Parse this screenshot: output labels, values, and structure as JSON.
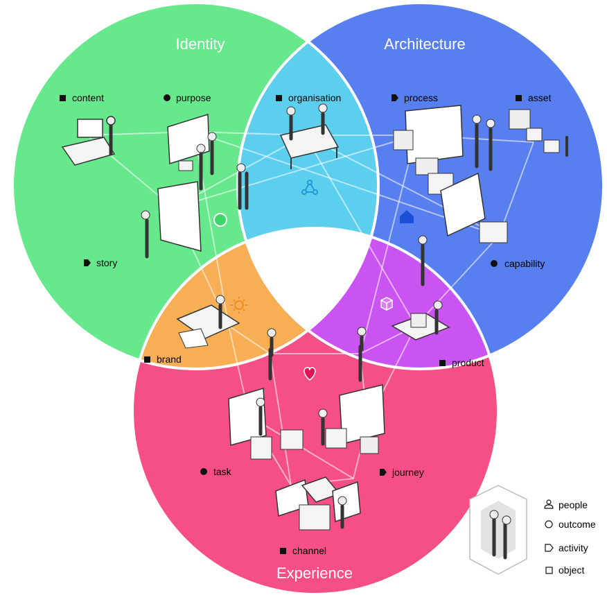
{
  "circles": {
    "identity": {
      "title": "Identity",
      "color": "#67e88c"
    },
    "architecture": {
      "title": "Architecture",
      "color": "#587ff0"
    },
    "experience": {
      "title": "Experience",
      "color": "#f54f86"
    }
  },
  "overlaps": {
    "identity_architecture": {
      "color": "#5ccfef",
      "icon": "network-icon"
    },
    "identity_experience": {
      "color": "#f7ae55",
      "icon": "sun-icon"
    },
    "architecture_experience": {
      "color": "#c954f2",
      "icon": "cube-icon"
    },
    "center": {
      "color": "#ffffff"
    }
  },
  "circle_icons": {
    "identity": {
      "icon": "circle-icon",
      "color": "#3dd66b"
    },
    "architecture": {
      "icon": "house-icon",
      "color": "#1c4fd6"
    },
    "experience": {
      "icon": "heart-icon",
      "color": "#e01452"
    }
  },
  "elements": [
    {
      "key": "content",
      "label": "content",
      "kind": "object"
    },
    {
      "key": "purpose",
      "label": "purpose",
      "kind": "outcome"
    },
    {
      "key": "organisation",
      "label": "organisation",
      "kind": "object"
    },
    {
      "key": "process",
      "label": "process",
      "kind": "activity"
    },
    {
      "key": "asset",
      "label": "asset",
      "kind": "object"
    },
    {
      "key": "story",
      "label": "story",
      "kind": "activity"
    },
    {
      "key": "capability",
      "label": "capability",
      "kind": "outcome"
    },
    {
      "key": "brand",
      "label": "brand",
      "kind": "object"
    },
    {
      "key": "product",
      "label": "product",
      "kind": "object"
    },
    {
      "key": "task",
      "label": "task",
      "kind": "outcome"
    },
    {
      "key": "journey",
      "label": "journey",
      "kind": "activity"
    },
    {
      "key": "channel",
      "label": "channel",
      "kind": "object"
    }
  ],
  "legend": [
    {
      "key": "people",
      "label": "people",
      "icon": "person-icon"
    },
    {
      "key": "outcome",
      "label": "outcome",
      "icon": "circle-outline-icon"
    },
    {
      "key": "activity",
      "label": "activity",
      "icon": "tag-outline-icon"
    },
    {
      "key": "object",
      "label": "object",
      "icon": "square-outline-icon"
    }
  ]
}
